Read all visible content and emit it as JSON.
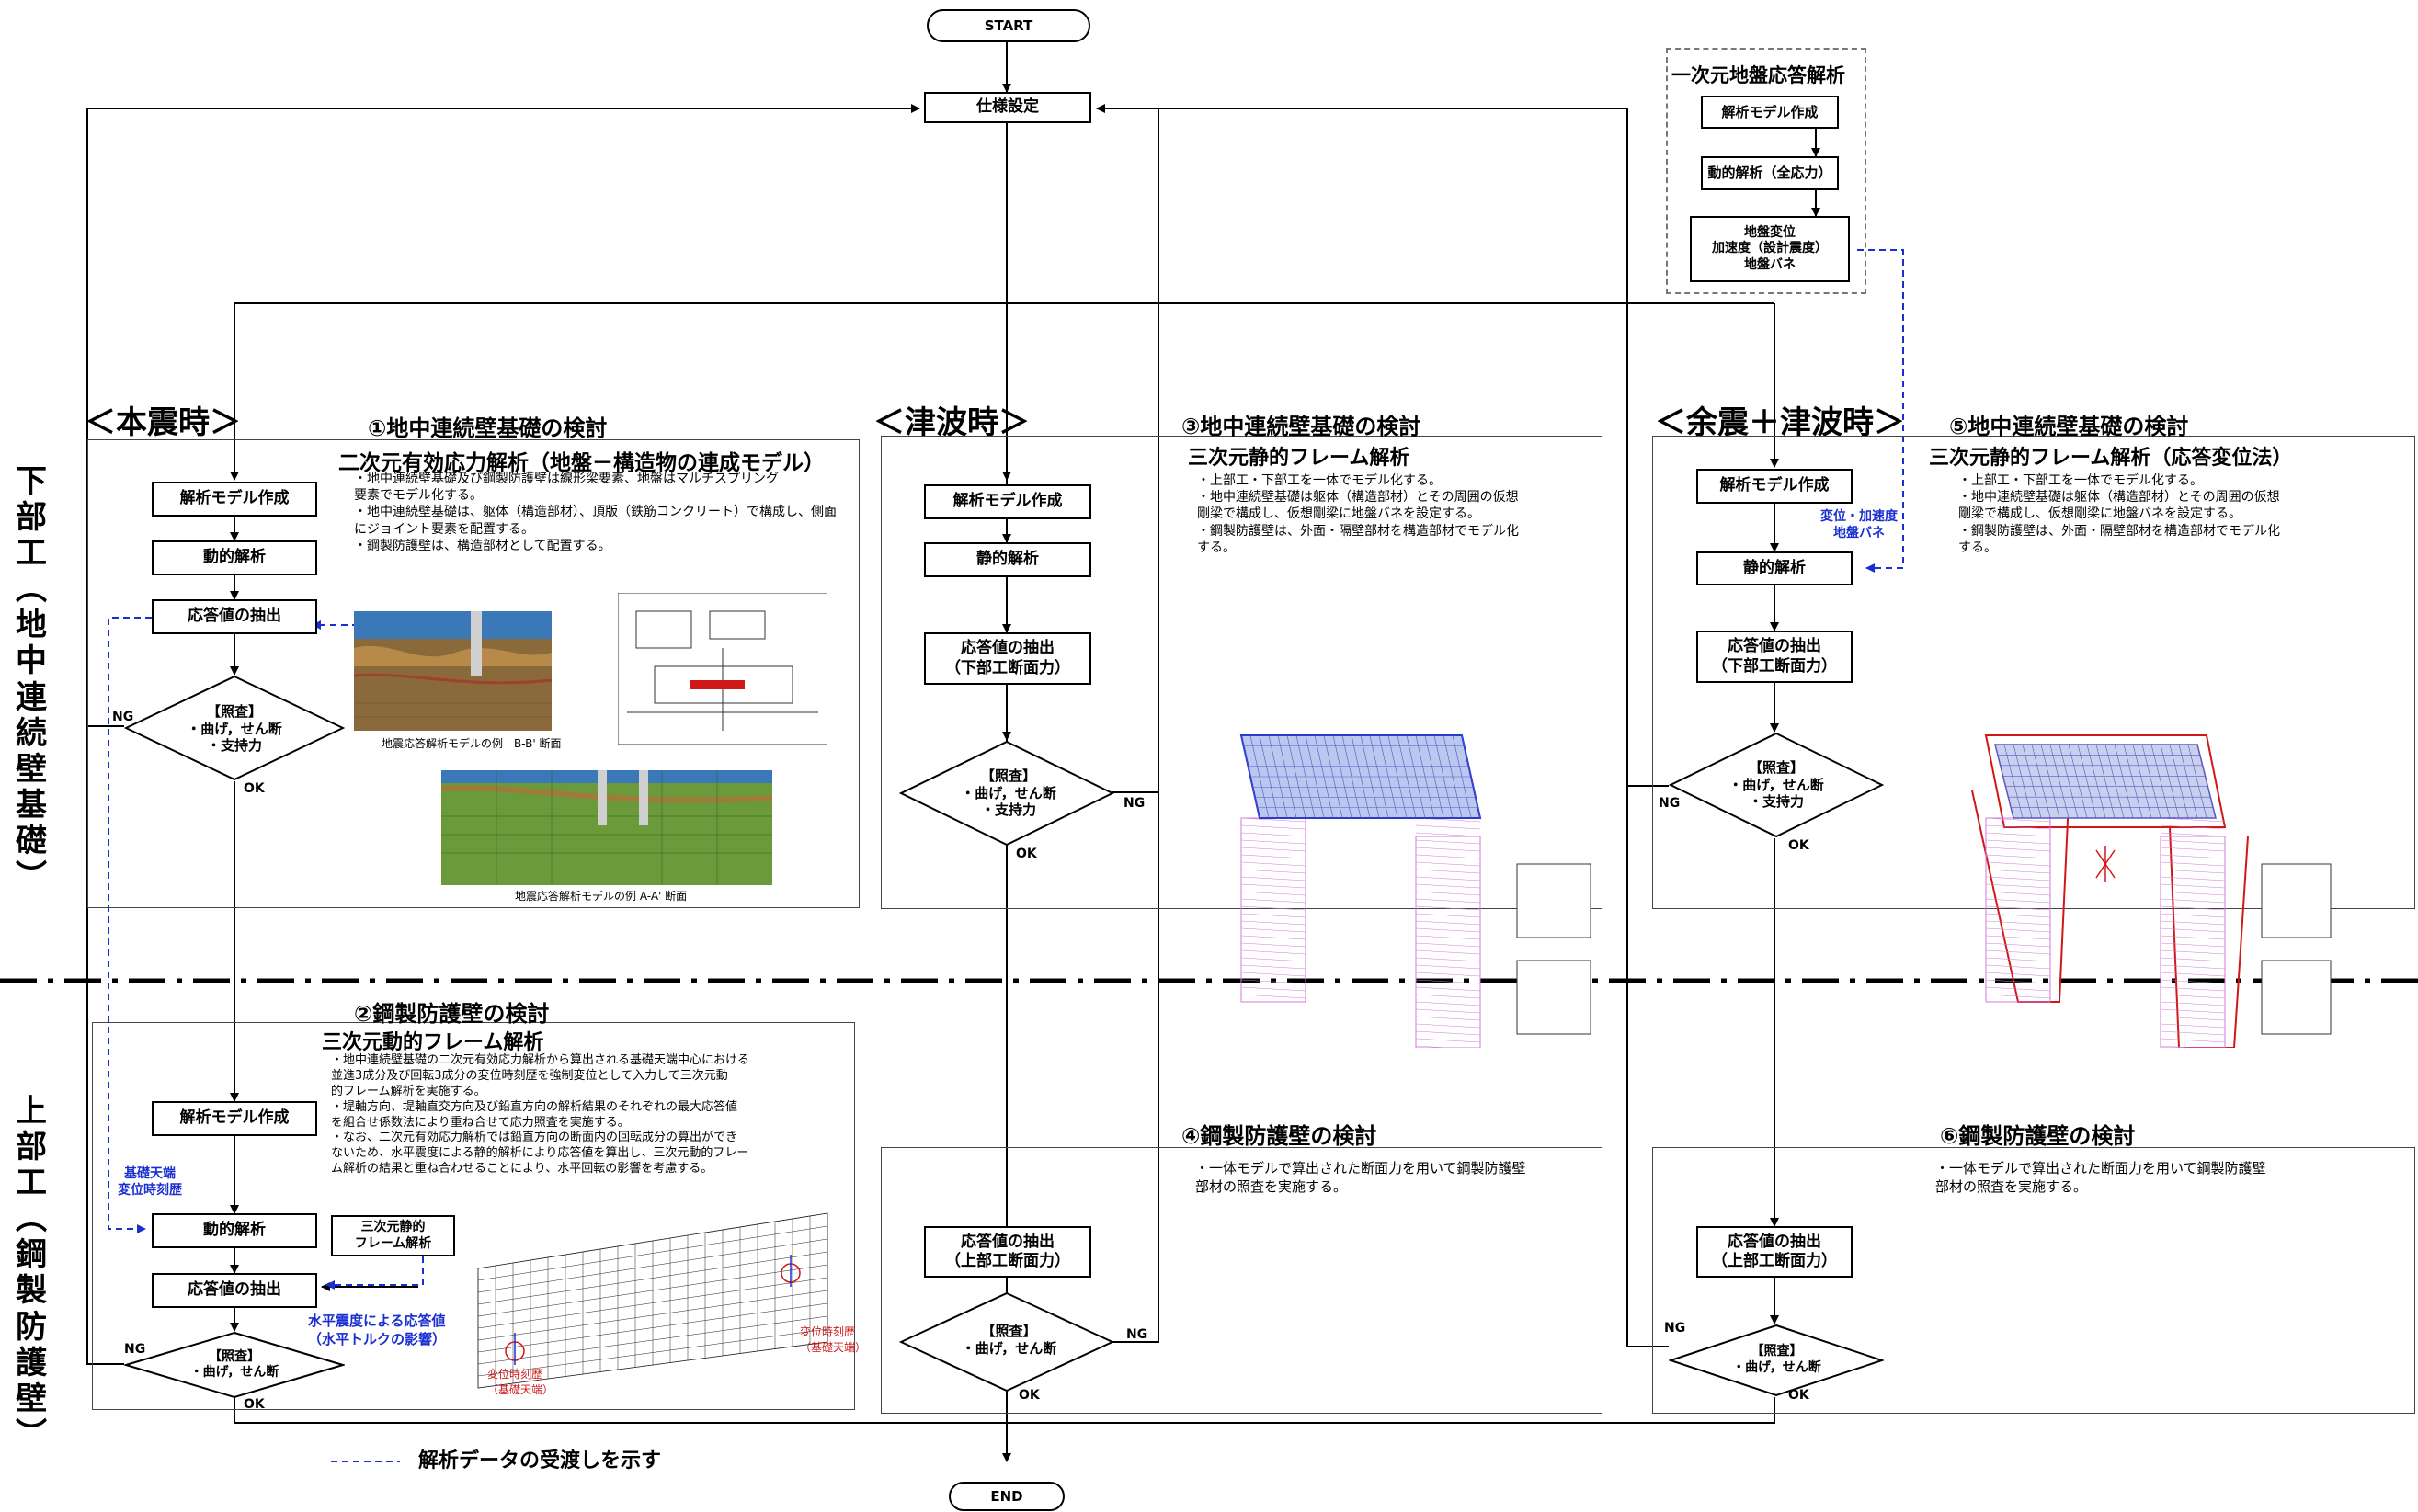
{
  "start": "START",
  "end": "END",
  "spec": "仕様設定",
  "side_labels": {
    "lower": "下\n部\n工\n︵\n地\n中\n連\n続\n壁\n基\n礎\n︶",
    "upper": "上\n部\n工\n︵\n鋼\n製\n防\n護\n壁\n︶"
  },
  "phases": {
    "main": "＜本震時＞",
    "tsunami": "＜津波時＞",
    "after": "＜余震＋津波時＞"
  },
  "oned": {
    "title": "一次元地盤応答解析",
    "model": "解析モデル作成",
    "dyn": "動的解析（全応力）",
    "out": "地盤変位\n加速度（設計震度）\n地盤バネ"
  },
  "sec1": {
    "header": "①地中連続壁基礎の検討",
    "title": "二次元有効応力解析（地盤－構造物の連成モデル）",
    "notes": "・地中連続壁基礎及び鋼製防護壁は線形梁要素、地盤はマルチスプリング\n  要素でモデル化する。\n・地中連続壁基礎は、躯体（構造部材）、頂版（鉄筋コンクリート）で構成し、側面\n  にジョイント要素を配置する。\n・鋼製防護壁は、構造部材として配置する。",
    "fig1_caption": "地震応答解析モデルの例　B-B' 断面",
    "fig2_caption": "地震応答解析モデルの例 A-A' 断面",
    "model": "解析モデル作成",
    "dyn": "動的解析",
    "extract": "応答値の抽出",
    "check": "【照査】\n・曲げ，せん断\n・支持力"
  },
  "sec2": {
    "header": "②鋼製防護壁の検討",
    "title": "三次元動的フレーム解析",
    "notes": "・地中連続壁基礎の二次元有効応力解析から算出される基礎天端中心における\n  並進3成分及び回転3成分の変位時刻歴を強制変位として入力して三次元動\n  的フレーム解析を実施する。\n・堤軸方向、堤軸直交方向及び鉛直方向の解析結果のそれぞれの最大応答値\n  を組合せ係数法により重ね合せて応力照査を実施する。\n・なお、二次元有効応力解析では鉛直方向の断面内の回転成分の算出ができ\n  ないため、水平震度による静的解析により応答値を算出し、三次元動的フレー\n  ム解析の結果と重ね合わせることにより、水平回転の影響を考慮する。",
    "model": "解析モデル作成",
    "dyn": "動的解析",
    "extract": "応答値の抽出",
    "check": "【照査】\n・曲げ，せん断",
    "static3d": "三次元静的\nフレーム解析",
    "base_disp": "基礎天端\n変位時刻歴",
    "horiz": "水平震度による応答値\n（水平トルクの影響）",
    "fig_labels": [
      "変位時刻歴\n（基礎天端）",
      "変位時刻歴\n（基礎天端）"
    ]
  },
  "sec3": {
    "header": "③地中連続壁基礎の検討",
    "title": "三次元静的フレーム解析",
    "notes": "・上部工・下部工を一体でモデル化する。\n・地中連続壁基礎は躯体（構造部材）とその周囲の仮想\n  剛梁で構成し、仮想剛梁に地盤バネを設定する。\n・鋼製防護壁は、外面・隔壁部材を構造部材でモデル化\n  する。",
    "model": "解析モデル作成",
    "static": "静的解析",
    "extract": "応答値の抽出\n（下部工断面力）",
    "check": "【照査】\n・曲げ，せん断\n・支持力"
  },
  "sec4": {
    "header": "④鋼製防護壁の検討",
    "notes": "・一体モデルで算出された断面力を用いて鋼製防護壁\n  部材の照査を実施する。",
    "extract": "応答値の抽出\n（上部工断面力）",
    "check": "【照査】\n・曲げ，せん断"
  },
  "sec5": {
    "header": "⑤地中連続壁基礎の検討",
    "title": "三次元静的フレーム解析（応答変位法）",
    "notes": "・上部工・下部工を一体でモデル化する。\n・地中連続壁基礎は躯体（構造部材）とその周囲の仮想\n  剛梁で構成し、仮想剛梁に地盤バネを設定する。\n・鋼製防護壁は、外面・隔壁部材を構造部材でモデル化\n  する。",
    "model": "解析モデル作成",
    "input": "変位・加速度\n地盤バネ",
    "static": "静的解析",
    "extract": "応答値の抽出\n（下部工断面力）",
    "check": "【照査】\n・曲げ，せん断\n・支持力"
  },
  "sec6": {
    "header": "⑥鋼製防護壁の検討",
    "notes": "・一体モデルで算出された断面力を用いて鋼製防護壁\n  部材の照査を実施する。",
    "extract": "応答値の抽出\n（上部工断面力）",
    "check": "【照査】\n・曲げ，せん断"
  },
  "ng": "NG",
  "ok": "OK",
  "legend": "解析データの受渡しを示す",
  "colors": {
    "blue": "#1a2fd0",
    "red": "#d01818",
    "grid": "#5a56c8",
    "pink": "#d27ad8",
    "ground_green": "#6a9a3a",
    "ground_brown": "#8a6a3a",
    "ground_blue": "#3a78b8"
  }
}
